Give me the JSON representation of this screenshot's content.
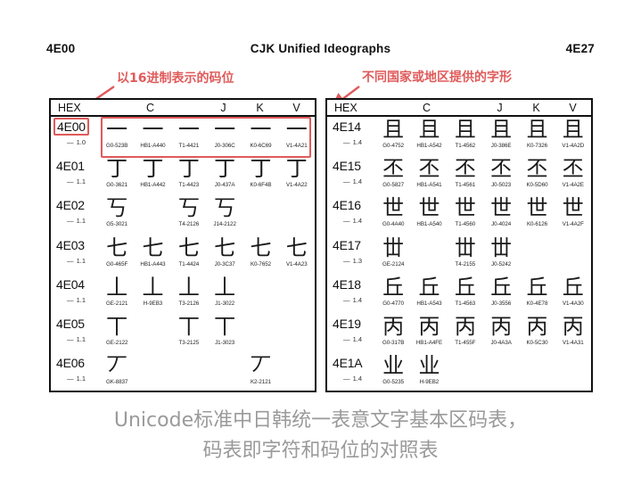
{
  "page": {
    "left_code": "4E00",
    "title": "CJK Unified Ideographs",
    "right_code": "4E27"
  },
  "annotations": {
    "left": "以16进制表示的码位",
    "right": "不同国家或地区提供的字形",
    "color": "#e05a5a"
  },
  "columns": {
    "hex": "HEX",
    "c": "C",
    "j": "J",
    "k": "K",
    "v": "V"
  },
  "caption": {
    "line1": "Unicode标准中日韩统一表意文字基本区码表，",
    "line2": "码表即字符和码位的对照表",
    "color": "#9a9a9a"
  },
  "left_chart": {
    "rows": [
      {
        "hex": "4E00",
        "version": "1.0",
        "highlighted": true,
        "cells": [
          {
            "glyph": "一",
            "src": "G0-523B"
          },
          {
            "glyph": "一",
            "src": "HB1-A440"
          },
          {
            "glyph": "一",
            "src": "T1-4421"
          },
          {
            "glyph": "一",
            "src": "J0-306C"
          },
          {
            "glyph": "一",
            "src": "K0-6C69"
          },
          {
            "glyph": "一",
            "src": "V1-4A21"
          }
        ]
      },
      {
        "hex": "4E01",
        "version": "1.1",
        "highlighted": false,
        "cells": [
          {
            "glyph": "丁",
            "src": "G0-3621"
          },
          {
            "glyph": "丁",
            "src": "HB1-A442"
          },
          {
            "glyph": "丁",
            "src": "T1-4423"
          },
          {
            "glyph": "丁",
            "src": "J0-437A"
          },
          {
            "glyph": "丁",
            "src": "K0-6F4B"
          },
          {
            "glyph": "丁",
            "src": "V1-4A22"
          }
        ]
      },
      {
        "hex": "4E02",
        "version": "1.1",
        "highlighted": false,
        "cells": [
          {
            "glyph": "丂",
            "src": "G5-3021"
          },
          {
            "glyph": "",
            "src": ""
          },
          {
            "glyph": "丂",
            "src": "T4-2126"
          },
          {
            "glyph": "丂",
            "src": "J14-2122"
          },
          {
            "glyph": "",
            "src": ""
          },
          {
            "glyph": "",
            "src": ""
          }
        ]
      },
      {
        "hex": "4E03",
        "version": "1.1",
        "highlighted": false,
        "cells": [
          {
            "glyph": "七",
            "src": "G0-465F"
          },
          {
            "glyph": "七",
            "src": "HB1-A443"
          },
          {
            "glyph": "七",
            "src": "T1-4424"
          },
          {
            "glyph": "七",
            "src": "J0-3C37"
          },
          {
            "glyph": "七",
            "src": "K0-7652"
          },
          {
            "glyph": "七",
            "src": "V1-4A23"
          }
        ]
      },
      {
        "hex": "4E04",
        "version": "1.1",
        "highlighted": false,
        "cells": [
          {
            "glyph": "丄",
            "src": "GE-2121"
          },
          {
            "glyph": "丄",
            "src": "H-9EB3"
          },
          {
            "glyph": "丄",
            "src": "T3-2126"
          },
          {
            "glyph": "丄",
            "src": "J1-3022"
          },
          {
            "glyph": "",
            "src": ""
          },
          {
            "glyph": "",
            "src": ""
          }
        ]
      },
      {
        "hex": "4E05",
        "version": "1.1",
        "highlighted": false,
        "cells": [
          {
            "glyph": "丅",
            "src": "GE-2122"
          },
          {
            "glyph": "",
            "src": ""
          },
          {
            "glyph": "丅",
            "src": "T3-2125"
          },
          {
            "glyph": "丅",
            "src": "J1-3023"
          },
          {
            "glyph": "",
            "src": ""
          },
          {
            "glyph": "",
            "src": ""
          }
        ]
      },
      {
        "hex": "4E06",
        "version": "1.1",
        "highlighted": false,
        "cells": [
          {
            "glyph": "丆",
            "src": "GK-8837"
          },
          {
            "glyph": "",
            "src": ""
          },
          {
            "glyph": "",
            "src": ""
          },
          {
            "glyph": "",
            "src": ""
          },
          {
            "glyph": "丆",
            "src": "K2-2121"
          },
          {
            "glyph": "",
            "src": ""
          }
        ]
      }
    ]
  },
  "right_chart": {
    "rows": [
      {
        "hex": "4E14",
        "version": "1.4",
        "highlighted": false,
        "cells": [
          {
            "glyph": "且",
            "src": "G0-4752"
          },
          {
            "glyph": "且",
            "src": "HB1-A542"
          },
          {
            "glyph": "且",
            "src": "T1-4562"
          },
          {
            "glyph": "且",
            "src": "J0-386E"
          },
          {
            "glyph": "且",
            "src": "K0-7326"
          },
          {
            "glyph": "且",
            "src": "V1-4A2D"
          }
        ]
      },
      {
        "hex": "4E15",
        "version": "1.4",
        "highlighted": false,
        "cells": [
          {
            "glyph": "丕",
            "src": "G0-5827"
          },
          {
            "glyph": "丕",
            "src": "HB1-A541"
          },
          {
            "glyph": "丕",
            "src": "T1-4561"
          },
          {
            "glyph": "丕",
            "src": "J0-5023"
          },
          {
            "glyph": "丕",
            "src": "K0-5D60"
          },
          {
            "glyph": "丕",
            "src": "V1-4A2E"
          }
        ]
      },
      {
        "hex": "4E16",
        "version": "1.4",
        "highlighted": false,
        "cells": [
          {
            "glyph": "世",
            "src": "G0-4A40"
          },
          {
            "glyph": "世",
            "src": "HB1-A540"
          },
          {
            "glyph": "世",
            "src": "T1-4560"
          },
          {
            "glyph": "世",
            "src": "J0-4024"
          },
          {
            "glyph": "世",
            "src": "K0-6126"
          },
          {
            "glyph": "世",
            "src": "V1-4A2F"
          }
        ]
      },
      {
        "hex": "4E17",
        "version": "1.3",
        "highlighted": false,
        "cells": [
          {
            "glyph": "丗",
            "src": "GE-2124"
          },
          {
            "glyph": "",
            "src": ""
          },
          {
            "glyph": "丗",
            "src": "T4-2155"
          },
          {
            "glyph": "丗",
            "src": "J0-5242"
          },
          {
            "glyph": "",
            "src": ""
          },
          {
            "glyph": "",
            "src": ""
          }
        ]
      },
      {
        "hex": "4E18",
        "version": "1.4",
        "highlighted": false,
        "cells": [
          {
            "glyph": "丘",
            "src": "G0-4770"
          },
          {
            "glyph": "丘",
            "src": "HB1-A543"
          },
          {
            "glyph": "丘",
            "src": "T1-4563"
          },
          {
            "glyph": "丘",
            "src": "J0-3556"
          },
          {
            "glyph": "丘",
            "src": "K0-4E78"
          },
          {
            "glyph": "丘",
            "src": "V1-4A30"
          }
        ]
      },
      {
        "hex": "4E19",
        "version": "1.4",
        "highlighted": false,
        "cells": [
          {
            "glyph": "丙",
            "src": "G0-317B"
          },
          {
            "glyph": "丙",
            "src": "HB1-A4FE"
          },
          {
            "glyph": "丙",
            "src": "T1-455F"
          },
          {
            "glyph": "丙",
            "src": "J0-4A3A"
          },
          {
            "glyph": "丙",
            "src": "K0-5C30"
          },
          {
            "glyph": "丙",
            "src": "V1-4A31"
          }
        ]
      },
      {
        "hex": "4E1A",
        "version": "1.4",
        "highlighted": false,
        "cells": [
          {
            "glyph": "业",
            "src": "G0-5235"
          },
          {
            "glyph": "业",
            "src": "H-9EB2"
          },
          {
            "glyph": "",
            "src": ""
          },
          {
            "glyph": "",
            "src": ""
          },
          {
            "glyph": "",
            "src": ""
          },
          {
            "glyph": "",
            "src": ""
          }
        ]
      }
    ]
  }
}
